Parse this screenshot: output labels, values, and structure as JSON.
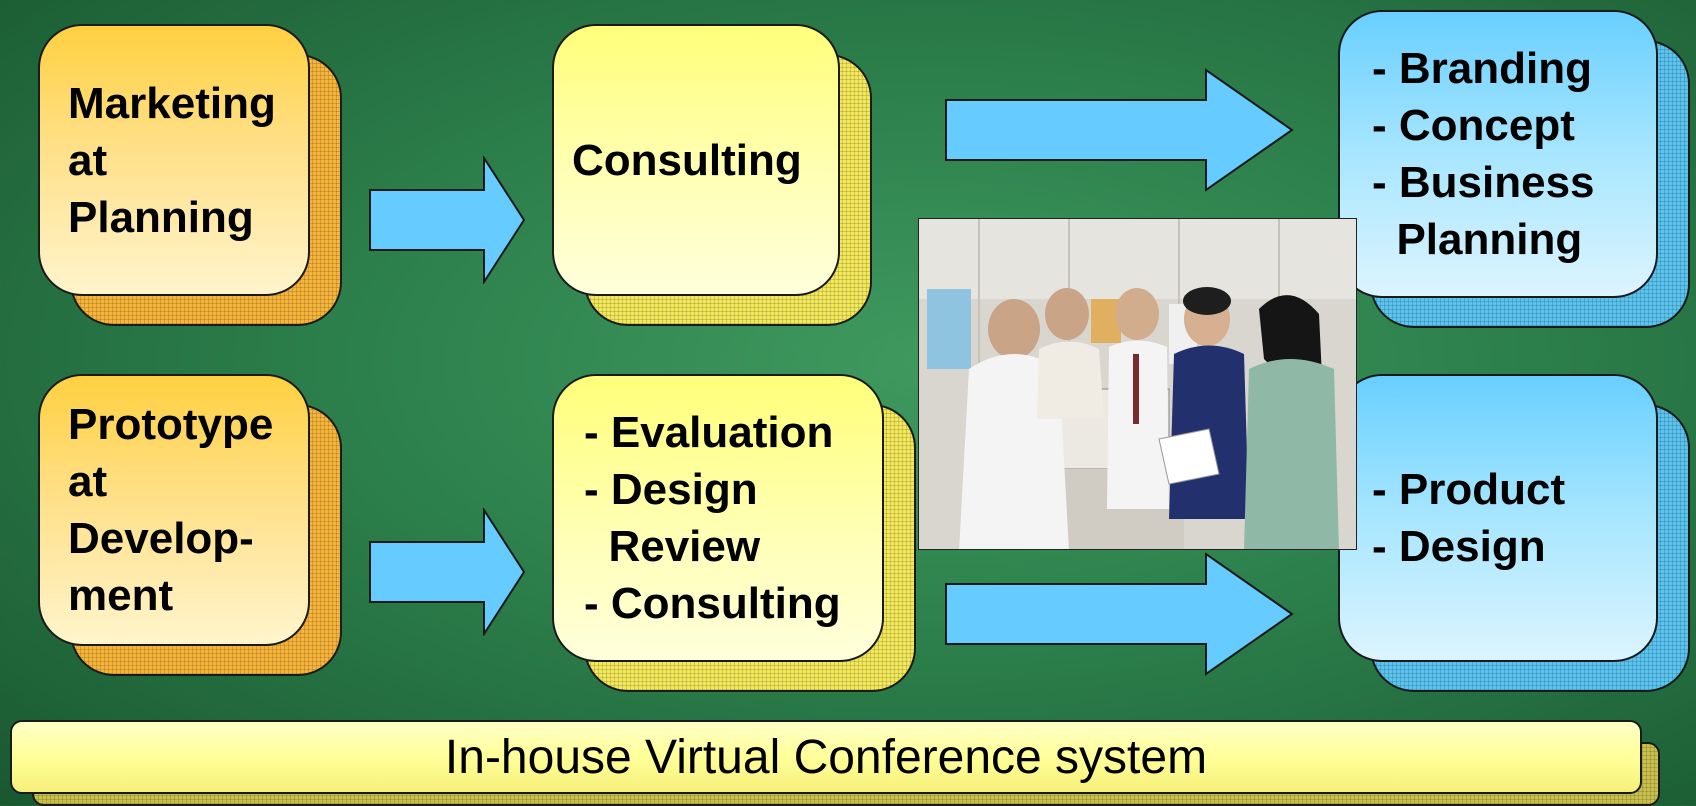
{
  "cards": {
    "marketing": [
      "Marketing",
      "at",
      "Planning"
    ],
    "prototype": [
      "Prototype",
      "at",
      "Develop-",
      "ment"
    ],
    "consulting": [
      "Consulting"
    ],
    "evaluation": [
      "- Evaluation",
      "- Design",
      "  Review",
      "- Consulting"
    ],
    "branding": [
      "- Branding",
      "- Concept",
      "- Business",
      "  Planning"
    ],
    "product": [
      "- Product",
      "- Design"
    ]
  },
  "banner": {
    "label": "In-house Virtual Conference system"
  },
  "photo": {
    "description_icon": "meeting-photo"
  },
  "colors": {
    "background": "#2c7f4b",
    "orange": "#ffd040",
    "yellow": "#ffff7a",
    "blue": "#69cfff",
    "arrow": "#66ccff"
  }
}
